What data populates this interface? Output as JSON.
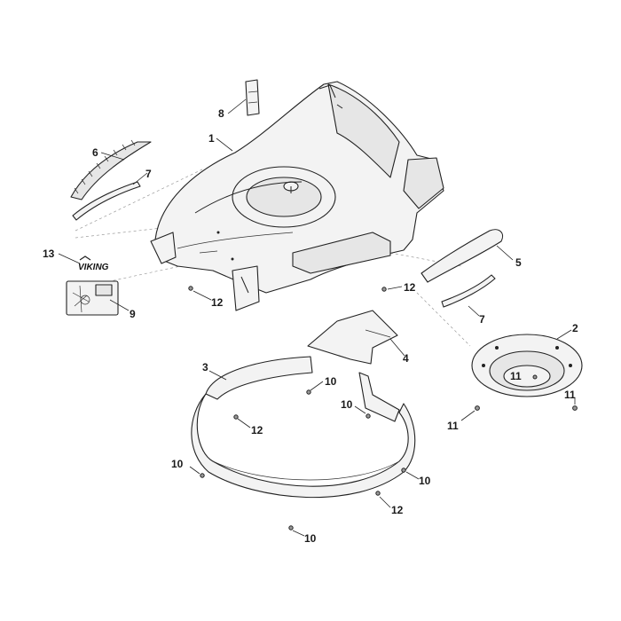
{
  "callouts": {
    "c1": "1",
    "c2": "2",
    "c3": "3",
    "c4": "4",
    "c5": "5",
    "c6": "6",
    "c7a": "7",
    "c7b": "7",
    "c8": "8",
    "c9": "9",
    "c10a": "10",
    "c10b": "10",
    "c10c": "10",
    "c10d": "10",
    "c10e": "10",
    "c11a": "11",
    "c11b": "11",
    "c11c": "11",
    "c12a": "12",
    "c12b": "12",
    "c12c": "12",
    "c12d": "12",
    "c13": "13"
  },
  "brand_logo": "VIKING"
}
